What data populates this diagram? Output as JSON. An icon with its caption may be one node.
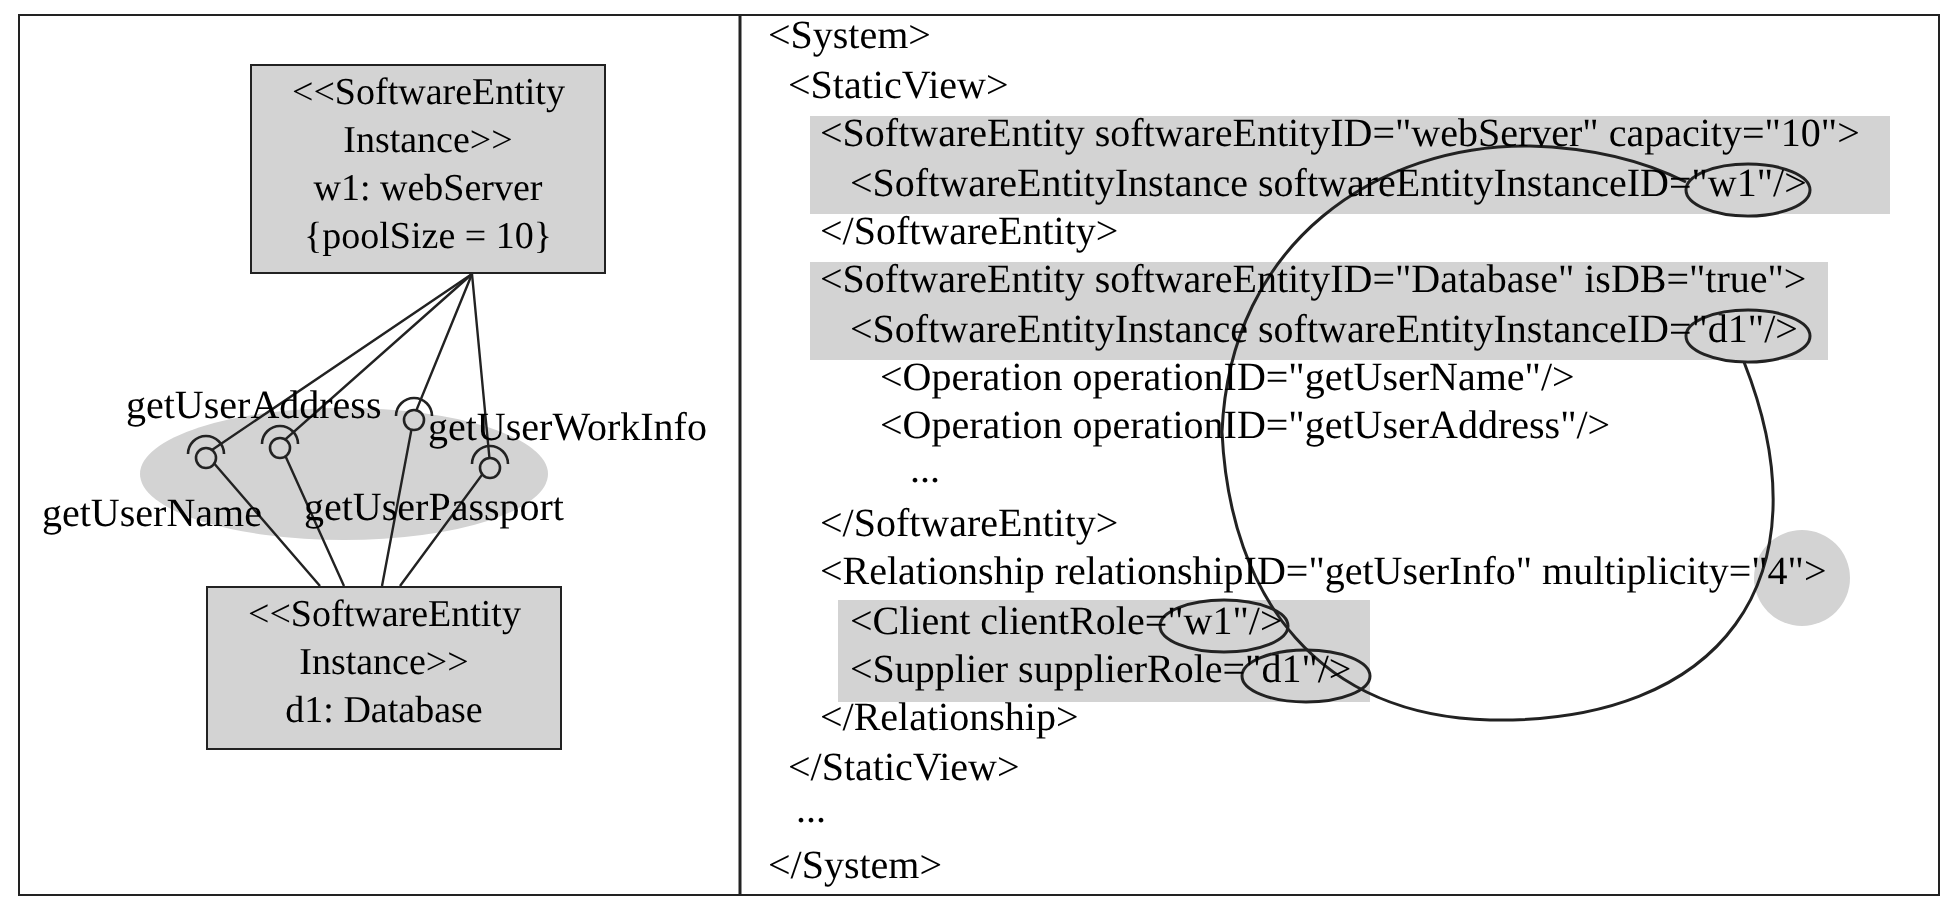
{
  "diagram": {
    "nodes": [
      {
        "text": [
          "<<SoftwareEntity Instance>>",
          "w1: webServer",
          "{poolSize = 10}"
        ]
      },
      {
        "text": [
          "<<SoftwareEntity Instance>>",
          "d1: Database"
        ]
      }
    ],
    "edges": [
      {
        "from": 0,
        "to": 1,
        "arrow": "none",
        "label": "getUserName"
      },
      {
        "from": 0,
        "to": 1,
        "arrow": "none",
        "label": "getUserAddress"
      },
      {
        "from": 0,
        "to": 1,
        "arrow": "none",
        "label": "getUserWorkInfo"
      },
      {
        "from": 0,
        "to": 1,
        "arrow": "none",
        "label": "getUserPassport"
      }
    ],
    "labels": [
      "<System>",
      "<StaticView>",
      "<SoftwareEntity softwareEntityID=\"webServer\" capacity=\"10\">",
      "<SoftwareEntityInstance softwareEntityInstanceID=\"w1\"/>",
      "</SoftwareEntity>",
      "<SoftwareEntity softwareEntityID=\"Database\" isDB=\"true\">",
      "<SoftwareEntityInstance softwareEntityInstanceID=\"d1\"/>",
      "<Operation operationID=\"getUserName\"/>",
      "<Operation operationID=\"getUserAddress\"/>",
      "...",
      "</SoftwareEntity>",
      "<Relationship relationshipID=\"getUserInfo\" multiplicity=\"4\">",
      "<Client clientRole=\"w1\"/>",
      "<Supplier supplierRole=\"d1\"/>",
      "</Relationship>",
      "</StaticView>",
      "...",
      "</System>"
    ]
  }
}
